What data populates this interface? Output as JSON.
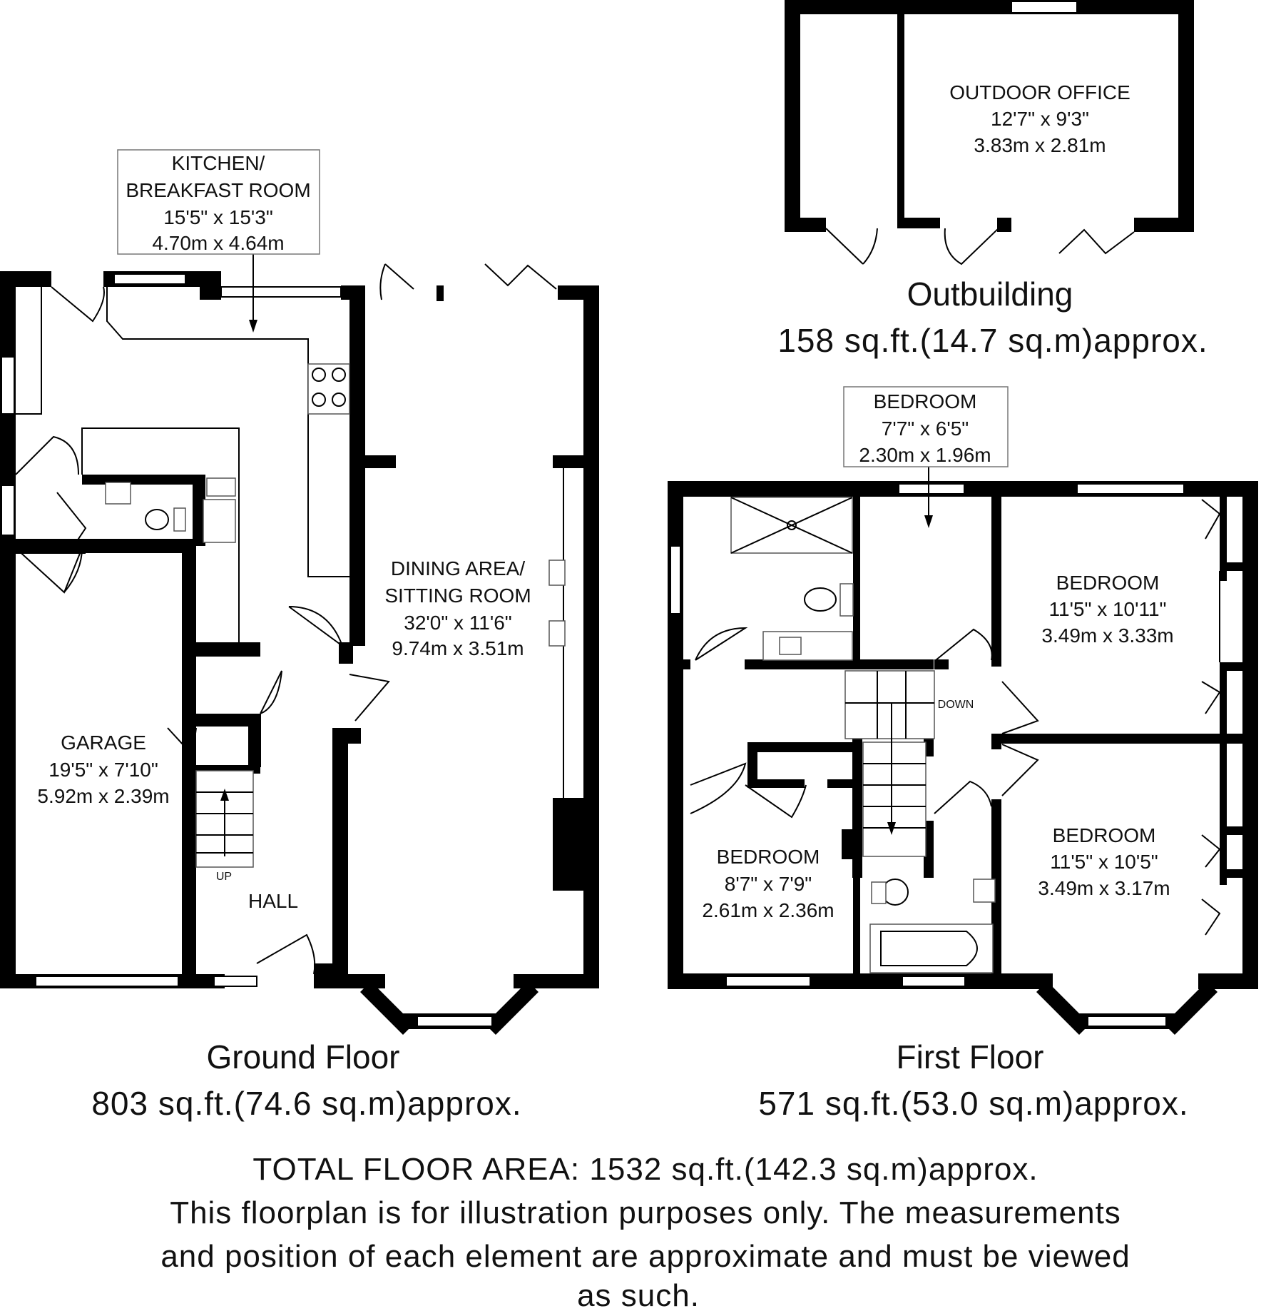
{
  "outbuilding": {
    "office": {
      "name": "OUTDOOR OFFICE",
      "imperial": "12'7\" x 9'3\"",
      "metric": "3.83m x 2.81m"
    },
    "title": "Outbuilding",
    "area": "158 sq.ft.(14.7 sq.m)approx."
  },
  "ground_floor": {
    "kitchen": {
      "name_line1": "KITCHEN/",
      "name_line2": "BREAKFAST ROOM",
      "imperial": "15'5\" x 15'3\"",
      "metric": "4.70m x 4.64m"
    },
    "dining": {
      "name_line1": "DINING AREA/",
      "name_line2": "SITTING ROOM",
      "imperial": "32'0\" x 11'6\"",
      "metric": "9.74m x 3.51m"
    },
    "garage": {
      "name": "GARAGE",
      "imperial": "19'5\" x 7'10\"",
      "metric": "5.92m x 2.39m"
    },
    "hall": {
      "name": "HALL"
    },
    "stairs_label": "UP",
    "title": "Ground Floor",
    "area": "803 sq.ft.(74.6 sq.m)approx."
  },
  "first_floor": {
    "bedroom_small": {
      "name": "BEDROOM",
      "imperial": "7'7\" x 6'5\"",
      "metric": "2.30m x 1.96m"
    },
    "bedroom_front_right": {
      "name": "BEDROOM",
      "imperial": "11'5\" x 10'11\"",
      "metric": "3.49m x 3.33m"
    },
    "bedroom_rear_right": {
      "name": "BEDROOM",
      "imperial": "11'5\" x 10'5\"",
      "metric": "3.49m x 3.17m"
    },
    "bedroom_left": {
      "name": "BEDROOM",
      "imperial": "8'7\" x 7'9\"",
      "metric": "2.61m x 2.36m"
    },
    "stairs_label": "DOWN",
    "title": "First Floor",
    "area": "571 sq.ft.(53.0 sq.m)approx."
  },
  "footer": {
    "total": "TOTAL FLOOR AREA: 1532 sq.ft.(142.3 sq.m)approx.",
    "disclaimer_line1": "This floorplan is for illustration purposes only. The measurements",
    "disclaimer_line2": "and position of each element are approximate and must be viewed",
    "disclaimer_line3": "as such."
  }
}
